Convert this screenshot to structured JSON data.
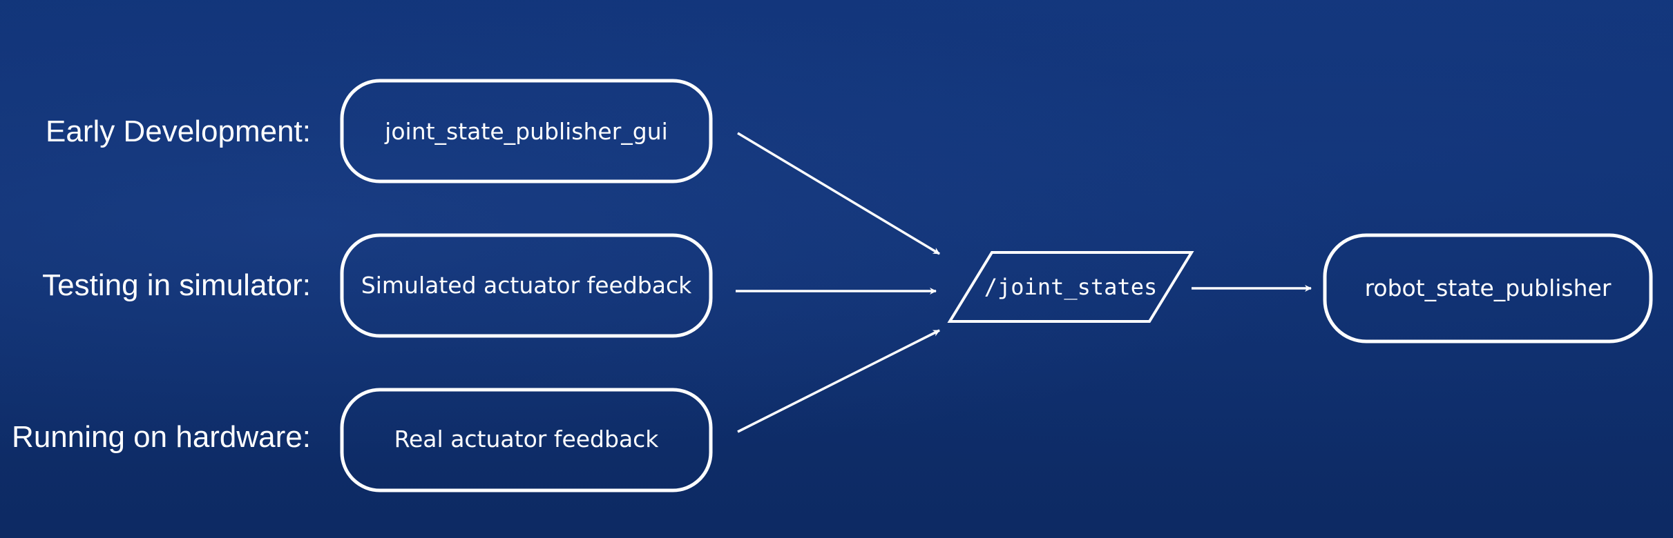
{
  "rows": [
    {
      "label": "Early Development:",
      "source": "joint_state_publisher_gui"
    },
    {
      "label": "Testing in simulator:",
      "source": "Simulated actuator feedback"
    },
    {
      "label": "Running on hardware:",
      "source": "Real actuator feedback"
    }
  ],
  "topic": "/joint_states",
  "consumer": "robot_state_publisher",
  "colors": {
    "background": "#0f2f6e",
    "foreground": "#ffffff"
  }
}
